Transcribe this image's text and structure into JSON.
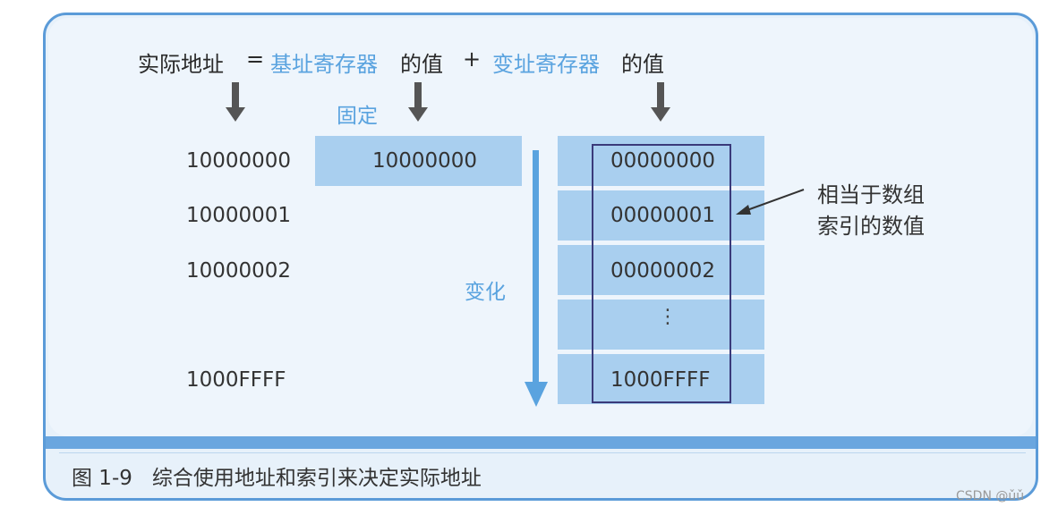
{
  "formula": {
    "actual_address": "实际地址",
    "equals": "=",
    "base_register": "基址寄存器",
    "value_of_1": "的值",
    "plus": "+",
    "index_register": "变址寄存器",
    "value_of_2": "的值"
  },
  "labels": {
    "fixed": "固定",
    "varies": "变化"
  },
  "actual_addresses": [
    "10000000",
    "10000001",
    "10000002",
    "1000FFFF"
  ],
  "base_value": "10000000",
  "index_values": [
    "00000000",
    "00000001",
    "00000002",
    "⋮",
    "1000FFFF"
  ],
  "note": {
    "line1": "相当于数组",
    "line2": "索引的数值"
  },
  "caption": {
    "figure": "图 1-9",
    "text": "综合使用地址和索引来决定实际地址"
  },
  "watermark": "CSDN @ǔǔ",
  "colors": {
    "accent_blue": "#5aa3df",
    "cell_fill": "#a9cfef",
    "frame_border": "#5b9bd8",
    "index_border": "#3a3a7a"
  }
}
